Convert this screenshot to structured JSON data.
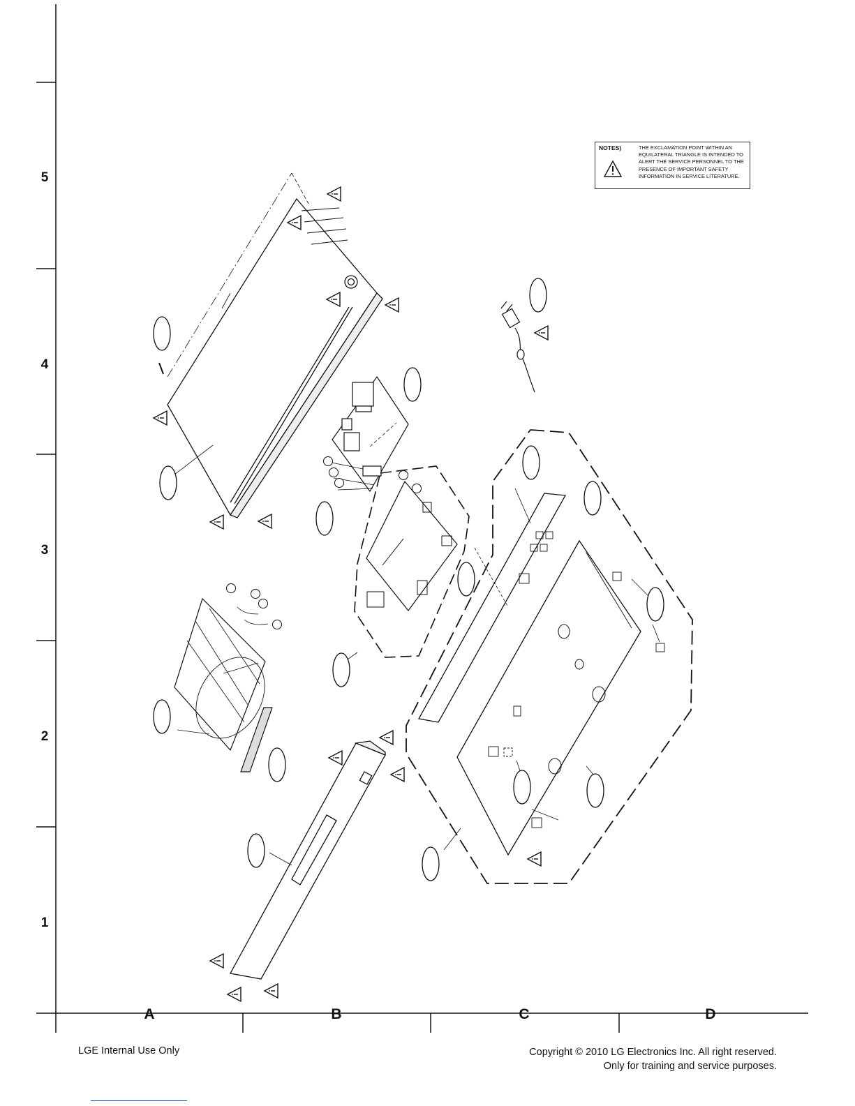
{
  "rows": [
    "5",
    "4",
    "3",
    "2",
    "1"
  ],
  "columns": [
    "A",
    "B",
    "C",
    "D"
  ],
  "notes": {
    "title": "NOTES)",
    "text": "THE EXCLAMATION POINT WITHIN AN EQUILATERAL TRIANGLE IS INTENDED TO ALERT THE SERVICE PERSONNEL TO THE PRESENCE OF IMPORTANT SAFETY INFORMATION IN SERVICE LITERATURE."
  },
  "footer": {
    "left": "LGE Internal Use Only",
    "right_line1": "Copyright © 2010 LG Electronics Inc. All right reserved.",
    "right_line2": "Only for training and service purposes."
  },
  "icons": {
    "safety": "warning-triangle-icon",
    "callout": "callout-oval-icon"
  }
}
